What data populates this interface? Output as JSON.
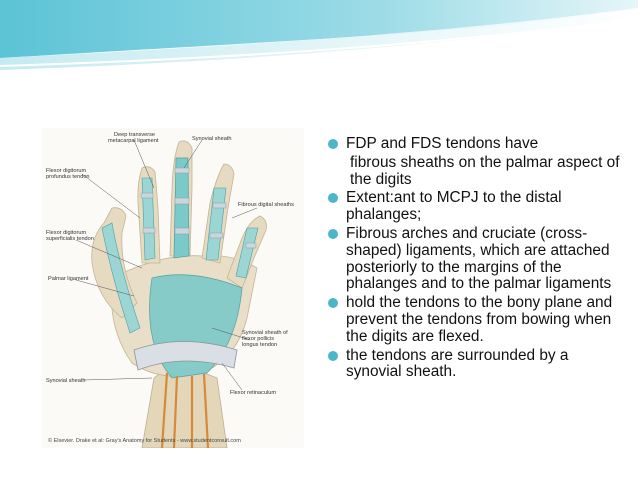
{
  "colors": {
    "accent": "#4bb6c9",
    "sheath": "#7cc9c9",
    "bone": "#e9dfc8"
  },
  "bullets": [
    {
      "text": "FDP and FDS tendons have",
      "bullet": true
    },
    {
      "text": "fibrous sheaths on the palmar aspect of the digits",
      "bullet": false
    },
    {
      "text": "Extent:ant to MCPJ to the distal phalanges;",
      "bullet": true
    },
    {
      "text": "Fibrous arches and cruciate (cross-shaped) ligaments, which are attached posteriorly to the margins of the phalanges and to the palmar ligaments",
      "bullet": true
    },
    {
      "text": "hold the tendons to the bony plane and prevent the tendons from bowing when the digits are flexed.",
      "bullet": true
    },
    {
      "text": "the tendons are surrounded by a synovial sheath.",
      "bullet": true
    }
  ],
  "figure": {
    "labels": {
      "deep_transverse": "Deep transverse",
      "metacarpal_ligament": "metacarpal ligament",
      "synovial_sheath_top": "Synovial sheath",
      "flexor_dp": "Flexor digitorum",
      "profundus_tendon": "profundus tendon",
      "fibrous_digital_sheaths": "Fibrous digital sheaths",
      "flexor_ds": "Flexor digitorum",
      "superficialis_tendon": "superficialis tendon",
      "palmar_ligament": "Palmar ligament",
      "synovial_sheath_of": "Synovial sheath of",
      "flexor_pollicis": "flexor pollicis",
      "longus_tendon": "longus tendon",
      "synovial_sheath_bottom": "Synovial sheath",
      "flexor_retinaculum": "Flexor retinaculum"
    },
    "credit": "© Elsevier. Drake et al: Gray's Anatomy for Students - www.studentconsult.com"
  }
}
